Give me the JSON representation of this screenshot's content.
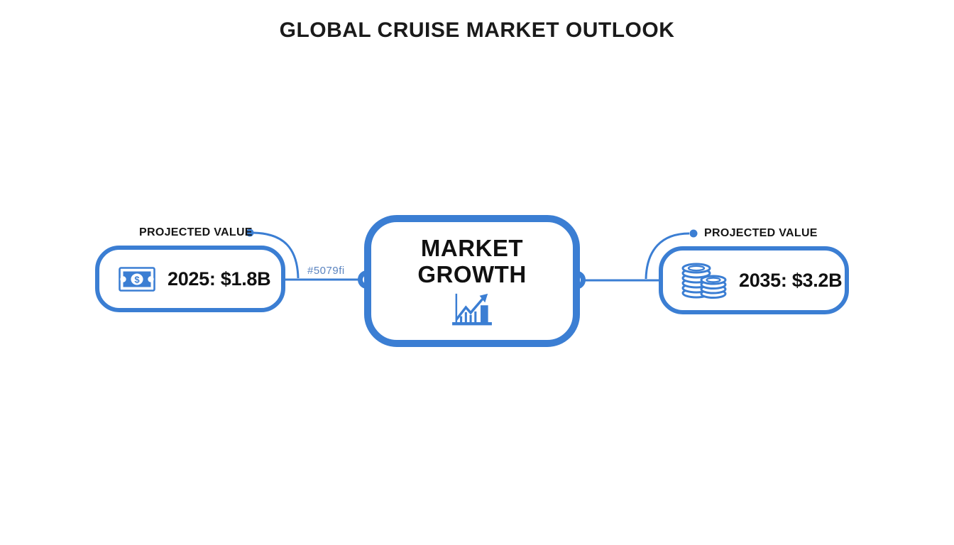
{
  "title": "GLOBAL CRUISE MARKET OUTLOOK",
  "colors": {
    "accent": "#3b7ed3",
    "annotation_text": "#5b84c0",
    "title_text": "#1a1a1a",
    "background": "#ffffff"
  },
  "center_node": {
    "line1": "MARKET",
    "line2": "GROWTH",
    "icon": "growth-chart-icon"
  },
  "left_node": {
    "label": "PROJECTED VALUE",
    "value": "2025: $1.8B",
    "icon": "dollar-bill-icon"
  },
  "right_node": {
    "label": "PROJECTED VALUE",
    "value": "2035: $3.2B",
    "icon": "coin-stack-icon"
  },
  "annotation": {
    "text": "#5079fi"
  }
}
